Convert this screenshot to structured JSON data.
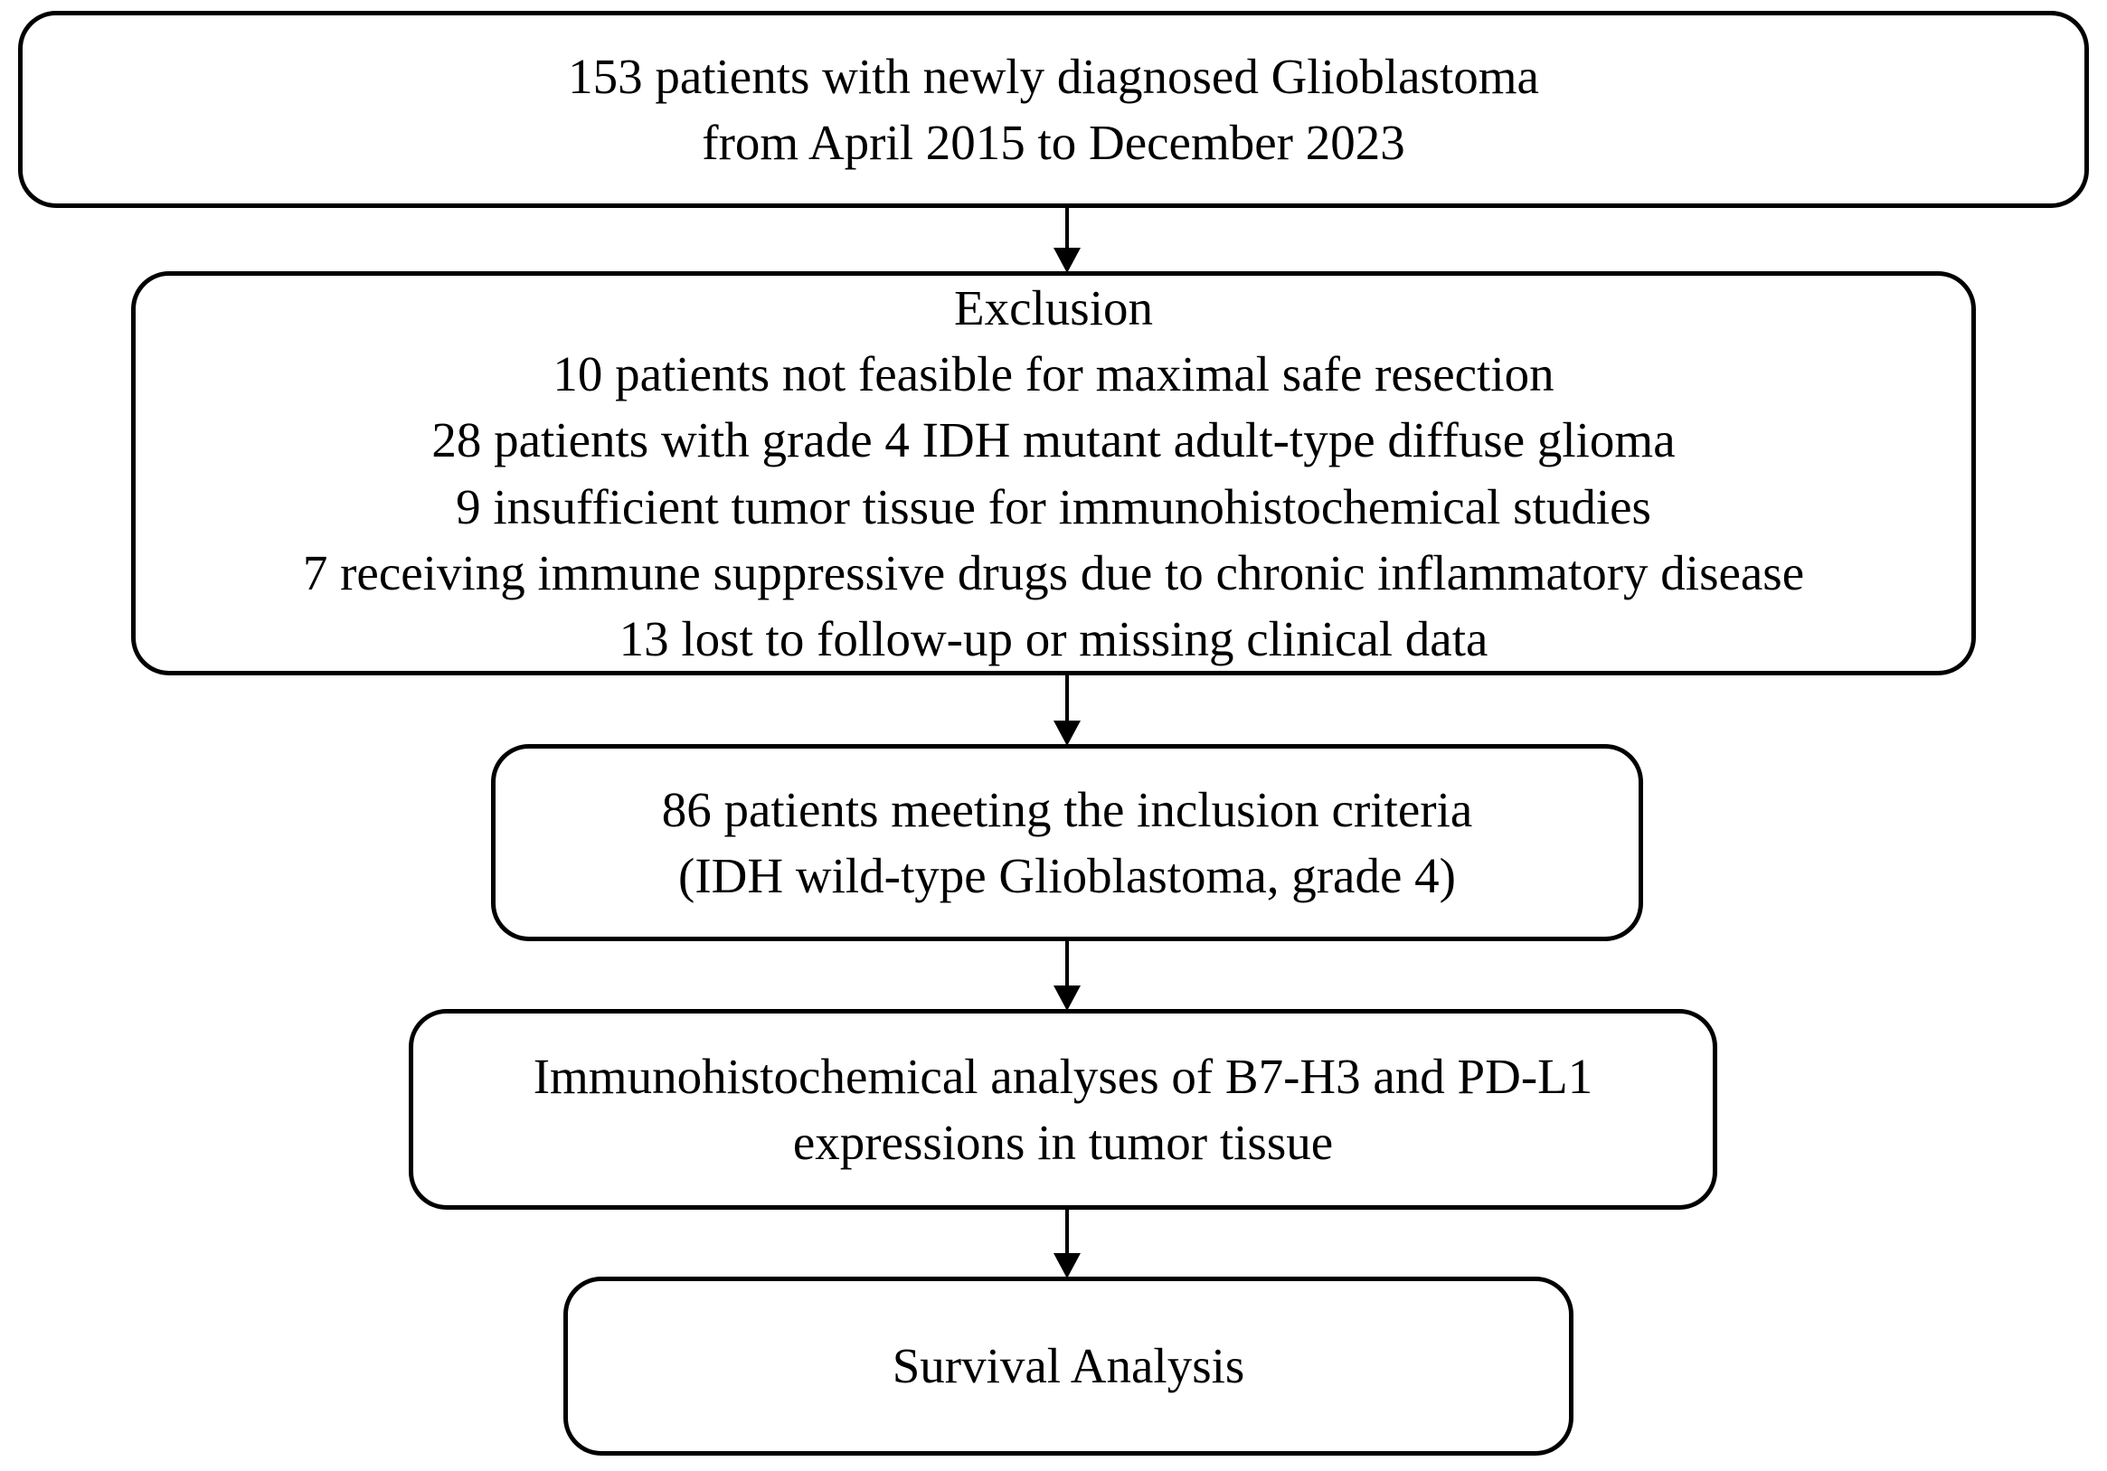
{
  "figure": {
    "type": "flowchart",
    "background_color": "#ffffff",
    "line_color": "#000000",
    "icons": {
      "connector": "down-arrow"
    }
  },
  "boxes": [
    {
      "id": "enrollment",
      "lines": [
        "153 patients with newly diagnosed Glioblastoma",
        "from April 2015 to December 2023"
      ]
    },
    {
      "id": "exclusion",
      "lines": [
        "Exclusion",
        "10 patients not feasible for maximal safe resection",
        "28 patients with grade 4 IDH mutant adult-type diffuse glioma",
        "9 insufficient tumor tissue for immunohistochemical studies",
        "7 receiving immune suppressive drugs due to chronic inflammatory disease",
        "13 lost to follow-up or missing clinical data"
      ]
    },
    {
      "id": "inclusion",
      "lines": [
        "86 patients meeting the inclusion criteria",
        "(IDH wild-type Glioblastoma, grade 4)"
      ]
    },
    {
      "id": "ihc-analysis",
      "lines": [
        "Immunohistochemical analyses of B7-H3 and PD-L1",
        "expressions in tumor tissue"
      ]
    },
    {
      "id": "survival-analysis",
      "lines": [
        "Survival Analysis"
      ]
    }
  ]
}
